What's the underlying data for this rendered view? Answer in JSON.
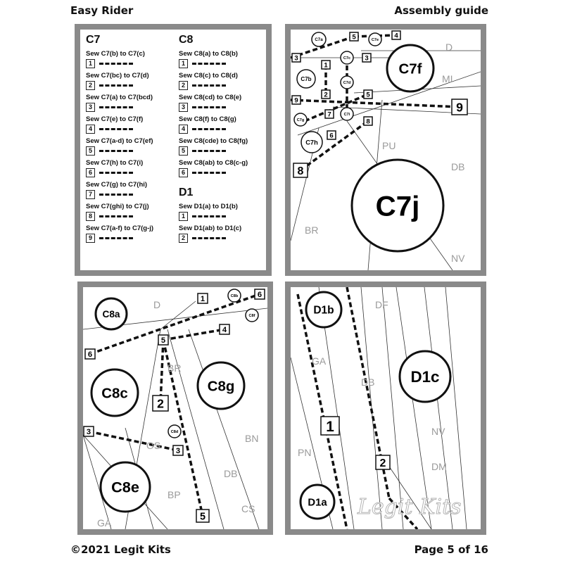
{
  "header": {
    "left": "Easy Rider",
    "right": "Assembly guide"
  },
  "footer": {
    "left": "©2021 Legit Kits",
    "right": "Page 5 of 16"
  },
  "instructions": {
    "c7": {
      "title": "C7",
      "steps": [
        {
          "text": "Sew C7(b) to C7(c)",
          "num": "1"
        },
        {
          "text": "Sew C7(bc) to C7(d)",
          "num": "2"
        },
        {
          "text": "Sew C7(a) to C7(bcd)",
          "num": "3"
        },
        {
          "text": "Sew C7(e) to C7(f)",
          "num": "4"
        },
        {
          "text": "Sew C7(a-d) to C7(ef)",
          "num": "5"
        },
        {
          "text": "Sew C7(h) to C7(i)",
          "num": "6"
        },
        {
          "text": "Sew C7(g) to C7(hi)",
          "num": "7"
        },
        {
          "text": "Sew C7(ghi) to C7(j)",
          "num": "8"
        },
        {
          "text": "Sew C7(a-f) to C7(g-j)",
          "num": "9"
        }
      ]
    },
    "c8": {
      "title": "C8",
      "steps": [
        {
          "text": "Sew C8(a) to C8(b)",
          "num": "1"
        },
        {
          "text": "Sew C8(c) to C8(d)",
          "num": "2"
        },
        {
          "text": "Sew C8(cd) to C8(e)",
          "num": "3"
        },
        {
          "text": "Sew C8(f) to C8(g)",
          "num": "4"
        },
        {
          "text": "Sew C8(cde) to C8(fg)",
          "num": "5"
        },
        {
          "text": "Sew C8(ab) to C8(c-g)",
          "num": "6"
        }
      ]
    },
    "d1": {
      "title": "D1",
      "steps": [
        {
          "text": "Sew D1(a) to D1(b)",
          "num": "1"
        },
        {
          "text": "Sew D1(ab) to D1(c)",
          "num": "2"
        }
      ]
    }
  },
  "diagrams": {
    "c7": {
      "fabric_codes": [
        "D",
        "MI",
        "BR",
        "DB",
        "NV",
        "PU"
      ],
      "pieces": [
        "C7a",
        "C7f",
        "C7b",
        "C7e",
        "C7d",
        "C7c",
        "C7g",
        "C7i",
        "C7h",
        "C7j"
      ],
      "steps": [
        "5",
        "4",
        "3",
        "3",
        "1",
        "2",
        "9",
        "5",
        "7",
        "6",
        "8",
        "9",
        "8"
      ]
    },
    "c8": {
      "fabric_codes": [
        "D",
        "BR",
        "OS",
        "BN",
        "DB",
        "BP",
        "CS",
        "GA"
      ],
      "pieces": [
        "C8a",
        "C8b",
        "C8f",
        "C8c",
        "C8g",
        "C8d",
        "C8e"
      ],
      "steps": [
        "1",
        "6",
        "4",
        "5",
        "6",
        "2",
        "3",
        "3",
        "5"
      ]
    },
    "d1": {
      "fabric_codes": [
        "DF",
        "GA",
        "DB",
        "NV",
        "DM",
        "PN"
      ],
      "pieces": [
        "D1b",
        "D1c",
        "D1a"
      ],
      "steps": [
        "1",
        "2"
      ],
      "watermark": "Legit Kits"
    }
  }
}
